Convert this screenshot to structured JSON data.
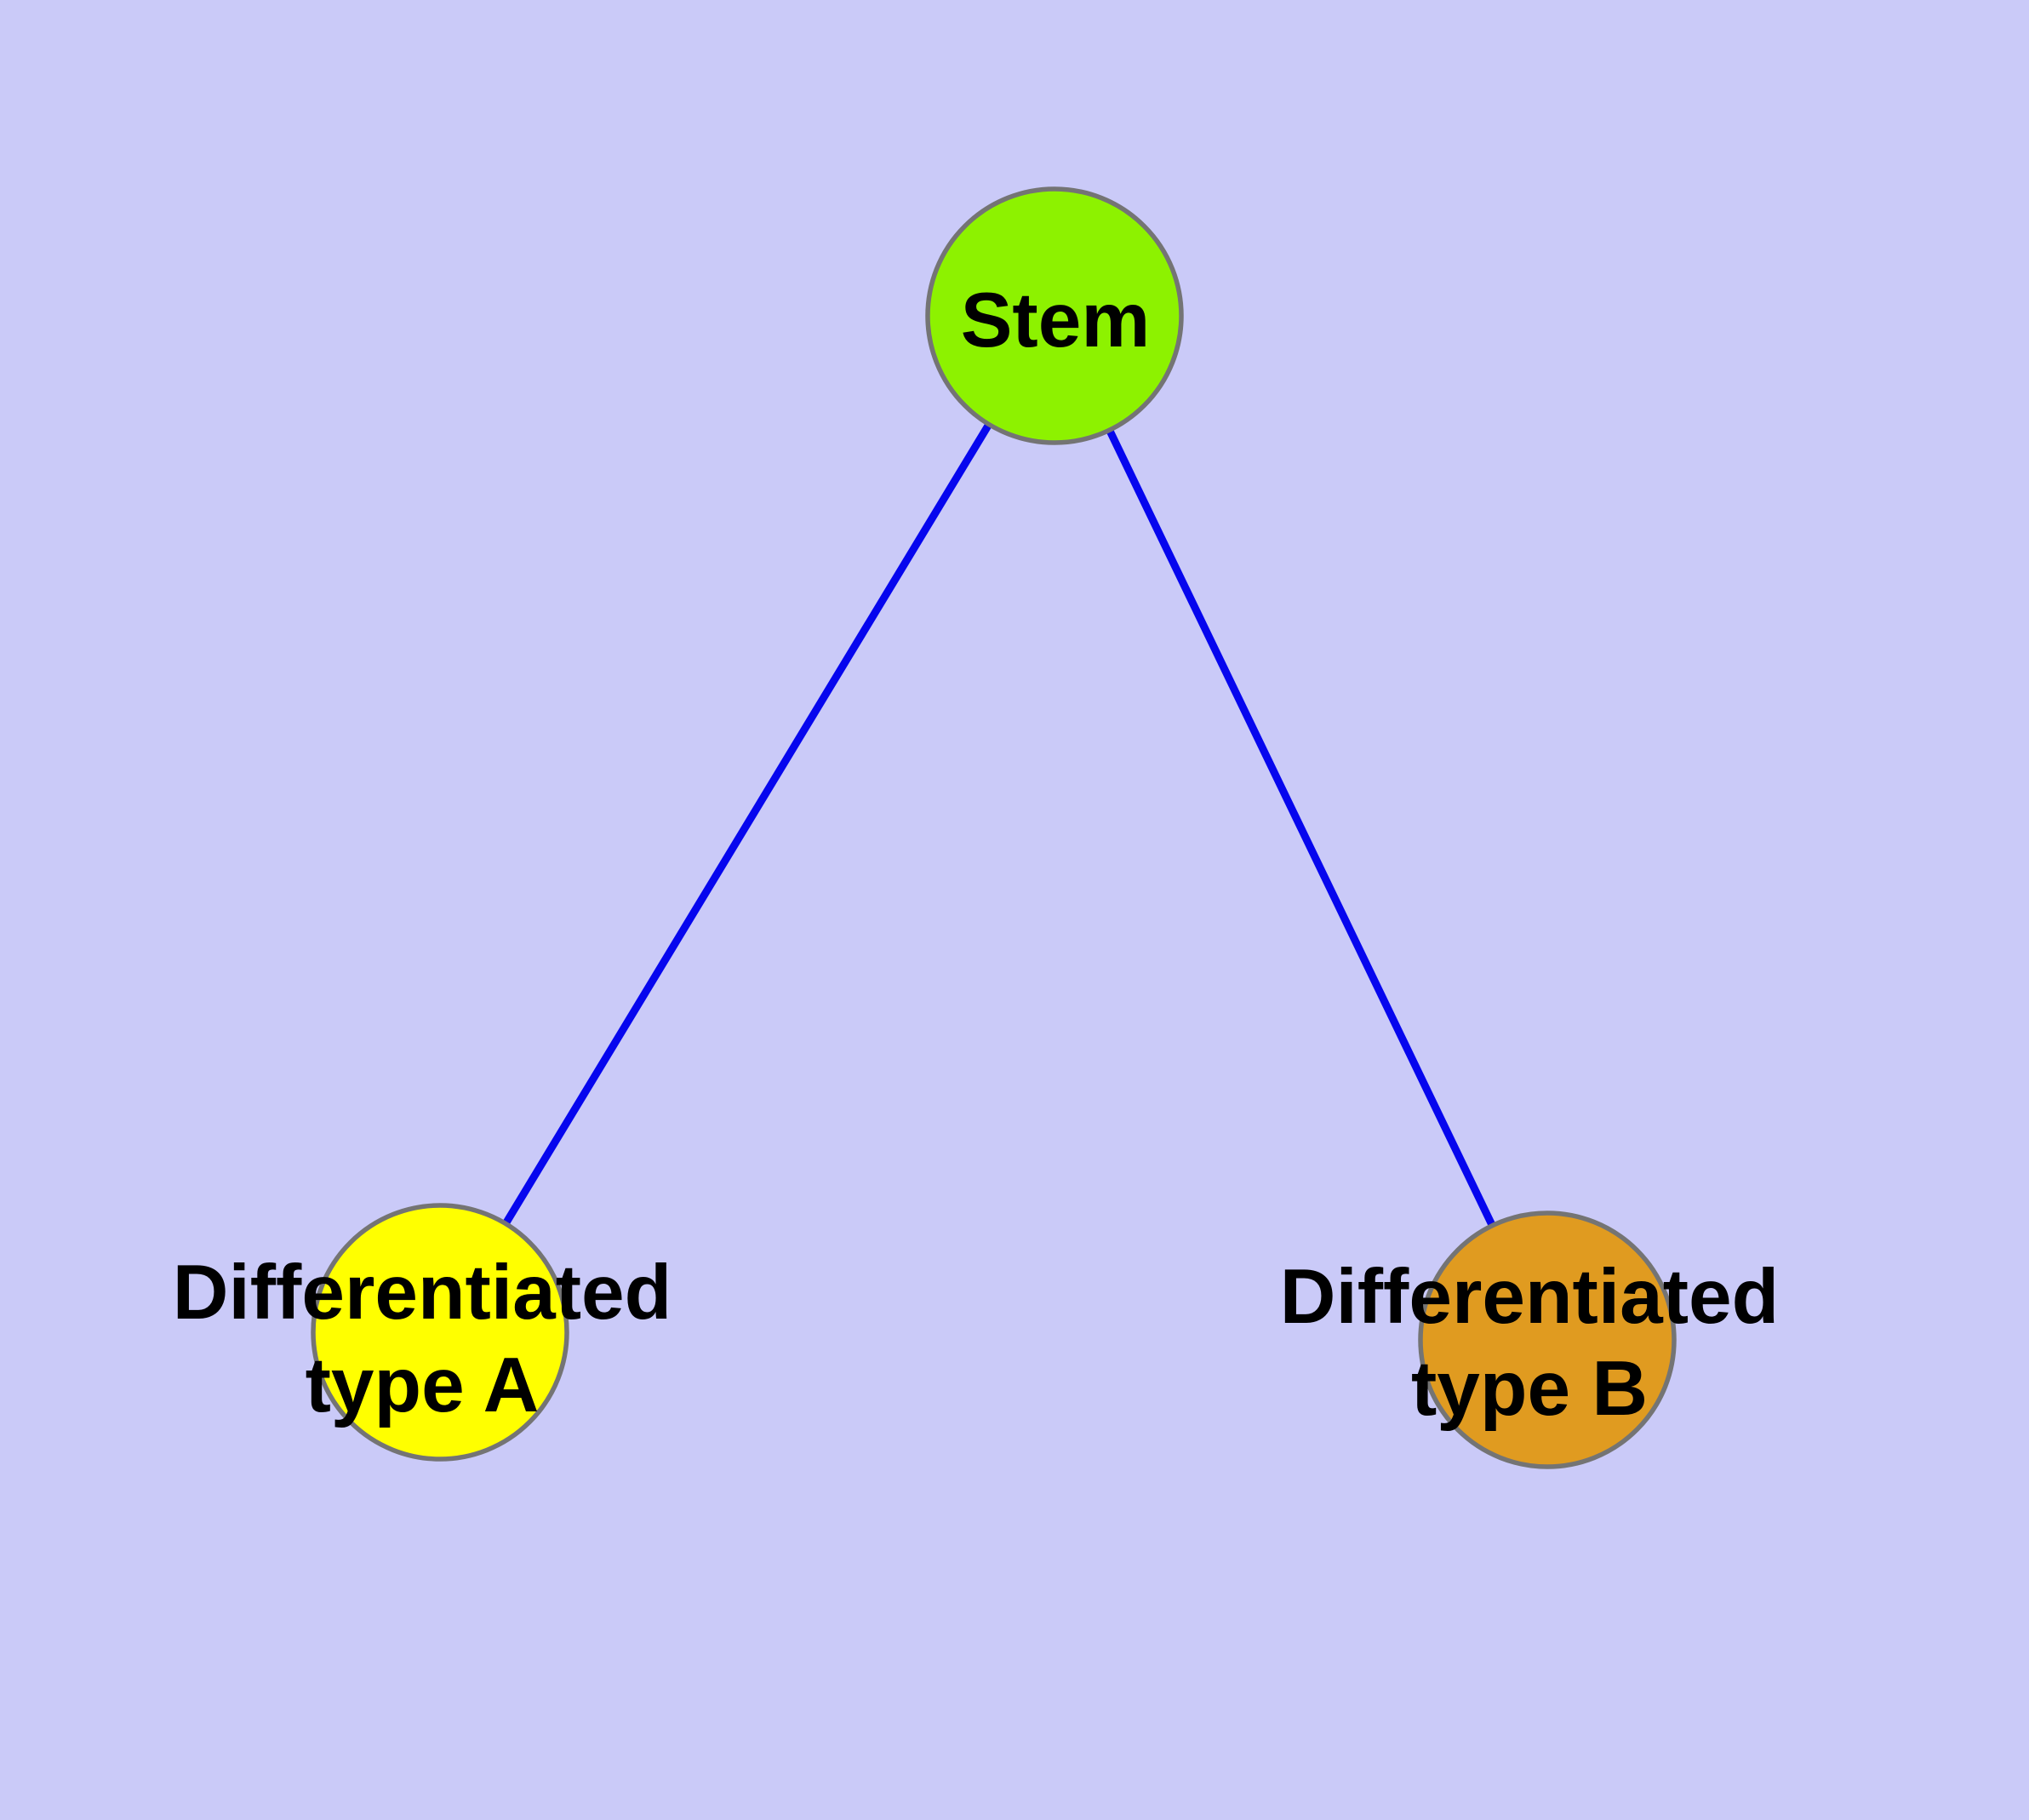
{
  "canvas": {
    "background_color": "#CACAF8"
  },
  "diagram": {
    "kind": "node-link-graph",
    "description": "Stem cell differentiation tree: one stem node with two differentiated child nodes",
    "nodes": [
      {
        "id": "stem",
        "lines": [
          "Stem"
        ],
        "fill_color": "#8DF200",
        "border_color": "#747474",
        "text_color": "#000000"
      },
      {
        "id": "differentiated-type-a",
        "lines": [
          "Differentiated",
          "type A"
        ],
        "fill_color": "#FFFF00",
        "border_color": "#747474",
        "text_color": "#000000"
      },
      {
        "id": "differentiated-type-b",
        "lines": [
          "Differentiated",
          "type B"
        ],
        "fill_color": "#E09B20",
        "border_color": "#747474",
        "text_color": "#000000"
      }
    ],
    "edges": [
      {
        "from": "stem",
        "to": "differentiated-type-a",
        "color": "#0606EE"
      },
      {
        "from": "stem",
        "to": "differentiated-type-b",
        "color": "#0606EE"
      }
    ]
  }
}
